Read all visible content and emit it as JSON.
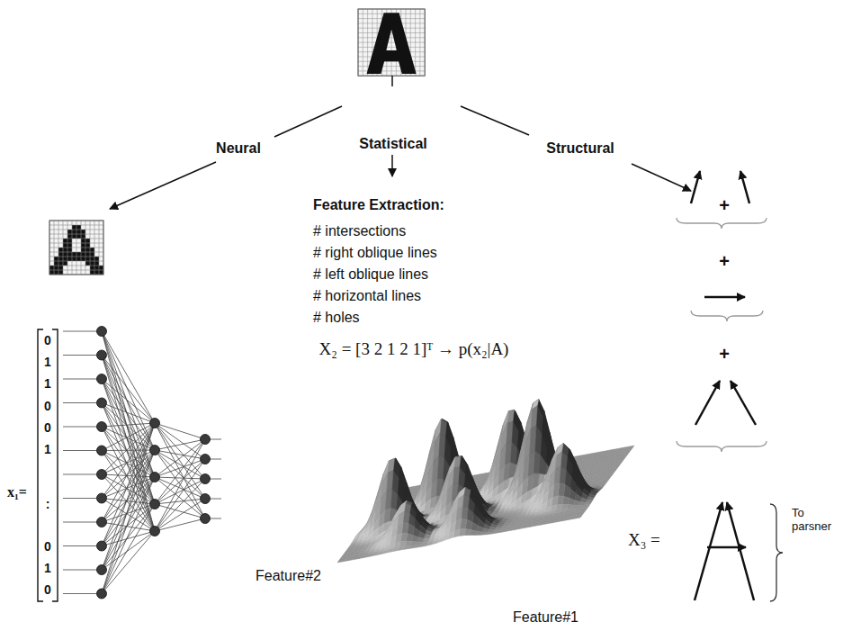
{
  "diagram": {
    "labels": [
      "Neural",
      "Statistical",
      "Structural",
      "Feature Extraction:",
      "# intersections",
      "# right oblique lines",
      "# left oblique lines",
      "# horizontal lines",
      "# holes",
      "X₂ = [3 2 1 2 1]ᵀ → p(x₂|A)",
      "Feature#2",
      "Feature#1",
      "x₁=",
      "0",
      "1",
      "1",
      "0",
      "0",
      "1",
      ":",
      "0",
      "1",
      "0",
      "+",
      "+",
      "+",
      "X₃ =",
      "To parsner"
    ]
  }
}
